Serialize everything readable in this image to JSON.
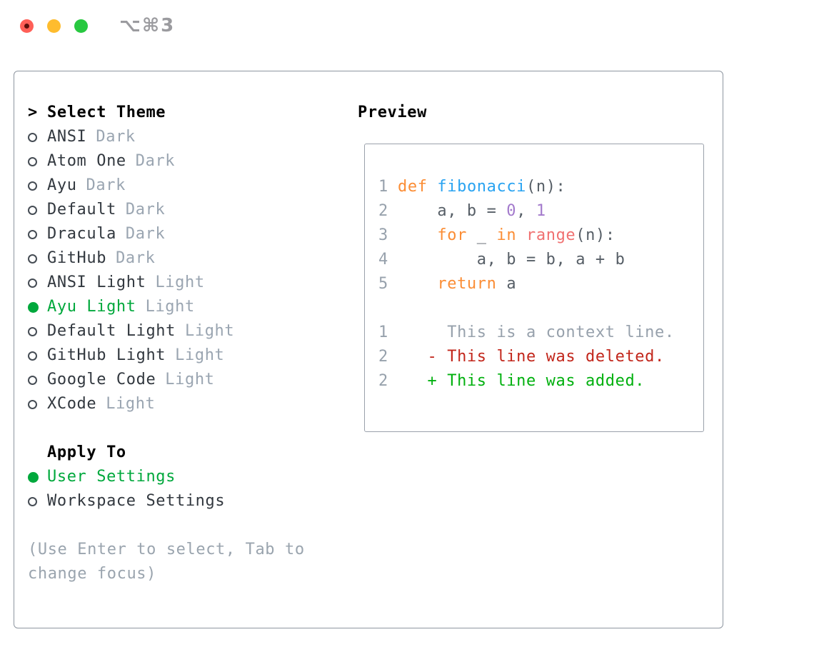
{
  "window": {
    "title": "⌥⌘3"
  },
  "theme_list": {
    "header_marker": ">",
    "header": "Select Theme",
    "items": [
      {
        "name": "ANSI",
        "tag": "Dark",
        "selected": false
      },
      {
        "name": "Atom One",
        "tag": "Dark",
        "selected": false
      },
      {
        "name": "Ayu",
        "tag": "Dark",
        "selected": false
      },
      {
        "name": "Default",
        "tag": "Dark",
        "selected": false
      },
      {
        "name": "Dracula",
        "tag": "Dark",
        "selected": false
      },
      {
        "name": "GitHub",
        "tag": "Dark",
        "selected": false
      },
      {
        "name": "ANSI Light",
        "tag": "Light",
        "selected": false
      },
      {
        "name": "Ayu Light",
        "tag": "Light",
        "selected": true
      },
      {
        "name": "Default Light",
        "tag": "Light",
        "selected": false
      },
      {
        "name": "GitHub Light",
        "tag": "Light",
        "selected": false
      },
      {
        "name": "Google Code",
        "tag": "Light",
        "selected": false
      },
      {
        "name": "XCode",
        "tag": "Light",
        "selected": false
      }
    ]
  },
  "apply_to": {
    "header": "Apply To",
    "options": [
      {
        "label": "User Settings",
        "selected": true
      },
      {
        "label": "Workspace Settings",
        "selected": false
      }
    ]
  },
  "help_text": "(Use Enter to select, Tab to change focus)",
  "preview": {
    "header": "Preview",
    "lines": [
      {
        "num": "1",
        "tokens": [
          {
            "t": "def",
            "c": "keyword"
          },
          {
            "t": " ",
            "c": "fg"
          },
          {
            "t": "fibonacci",
            "c": "function"
          },
          {
            "t": "(n):",
            "c": "fg"
          }
        ]
      },
      {
        "num": "2",
        "tokens": [
          {
            "t": "    a, b = ",
            "c": "fg"
          },
          {
            "t": "0",
            "c": "number"
          },
          {
            "t": ", ",
            "c": "fg"
          },
          {
            "t": "1",
            "c": "number"
          }
        ]
      },
      {
        "num": "3",
        "tokens": [
          {
            "t": "    ",
            "c": "fg"
          },
          {
            "t": "for",
            "c": "keyword"
          },
          {
            "t": " _ ",
            "c": "fg"
          },
          {
            "t": "in",
            "c": "keyword"
          },
          {
            "t": " ",
            "c": "fg"
          },
          {
            "t": "range",
            "c": "builtin"
          },
          {
            "t": "(n):",
            "c": "fg"
          }
        ]
      },
      {
        "num": "4",
        "tokens": [
          {
            "t": "        a, b = b, a + b",
            "c": "fg"
          }
        ]
      },
      {
        "num": "5",
        "tokens": [
          {
            "t": "    ",
            "c": "fg"
          },
          {
            "t": "return",
            "c": "keyword"
          },
          {
            "t": " a",
            "c": "fg"
          }
        ]
      },
      {
        "num": "",
        "tokens": []
      },
      {
        "num": "1",
        "tokens": [
          {
            "t": "     This is a context line.",
            "c": "context"
          }
        ]
      },
      {
        "num": "2",
        "tokens": [
          {
            "t": "   - This line was deleted.",
            "c": "deleted"
          }
        ]
      },
      {
        "num": "2",
        "tokens": [
          {
            "t": "   + This line was added.",
            "c": "added"
          }
        ]
      }
    ]
  },
  "colors": {
    "accent-green": "#00a83c",
    "keyword": "#fb8d35",
    "function": "#29a3f1",
    "builtin": "#f07171",
    "number": "#a37acc",
    "code-fg": "#565e66",
    "line-number": "#97a1ac",
    "context": "#97a1ac",
    "deleted": "#c2261b",
    "added": "#00b00e",
    "item-fg": "#32383f",
    "tag-fg": "#9aa5b1",
    "header-fg": "#000000",
    "help-fg": "#9aa4ae",
    "panel-border": "#8e96a0",
    "preview-border": "#9aa1ab",
    "title-fg": "#9b9b9f",
    "traffic-red": "#ff5f57",
    "traffic-yellow": "#febc2e",
    "traffic-green": "#28c840"
  }
}
